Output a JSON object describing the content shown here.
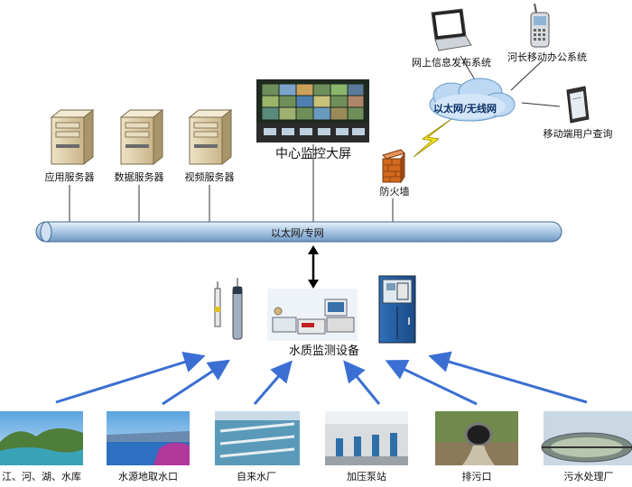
{
  "servers": [
    {
      "label": "应用服务器"
    },
    {
      "label": "数据服务器"
    },
    {
      "label": "视频服务器"
    }
  ],
  "screen": {
    "label": "中心监控大屏"
  },
  "firewall": {
    "label": "防火墙"
  },
  "cloud": {
    "label": "以太网/无线网"
  },
  "clients": [
    {
      "label": "网上信息发布系统",
      "icon": "laptop-icon"
    },
    {
      "label": "河长移动办公系统",
      "icon": "mobile-phone-icon"
    },
    {
      "label": "移动端用户查询",
      "icon": "tablet-icon"
    }
  ],
  "bus": {
    "label": "以太网/专网"
  },
  "devices": {
    "label": "水质监测设备"
  },
  "sources": [
    {
      "label": "江、河、湖、水库"
    },
    {
      "label": "水源地取水口"
    },
    {
      "label": "自来水厂"
    },
    {
      "label": "加压泵站"
    },
    {
      "label": "排污口"
    },
    {
      "label": "污水处理厂"
    }
  ],
  "colors": {
    "arrow": "#3b6fd3",
    "bus": "#b9d2ea",
    "cloud": "#bcd8f2",
    "firewall": "#d2691e"
  }
}
